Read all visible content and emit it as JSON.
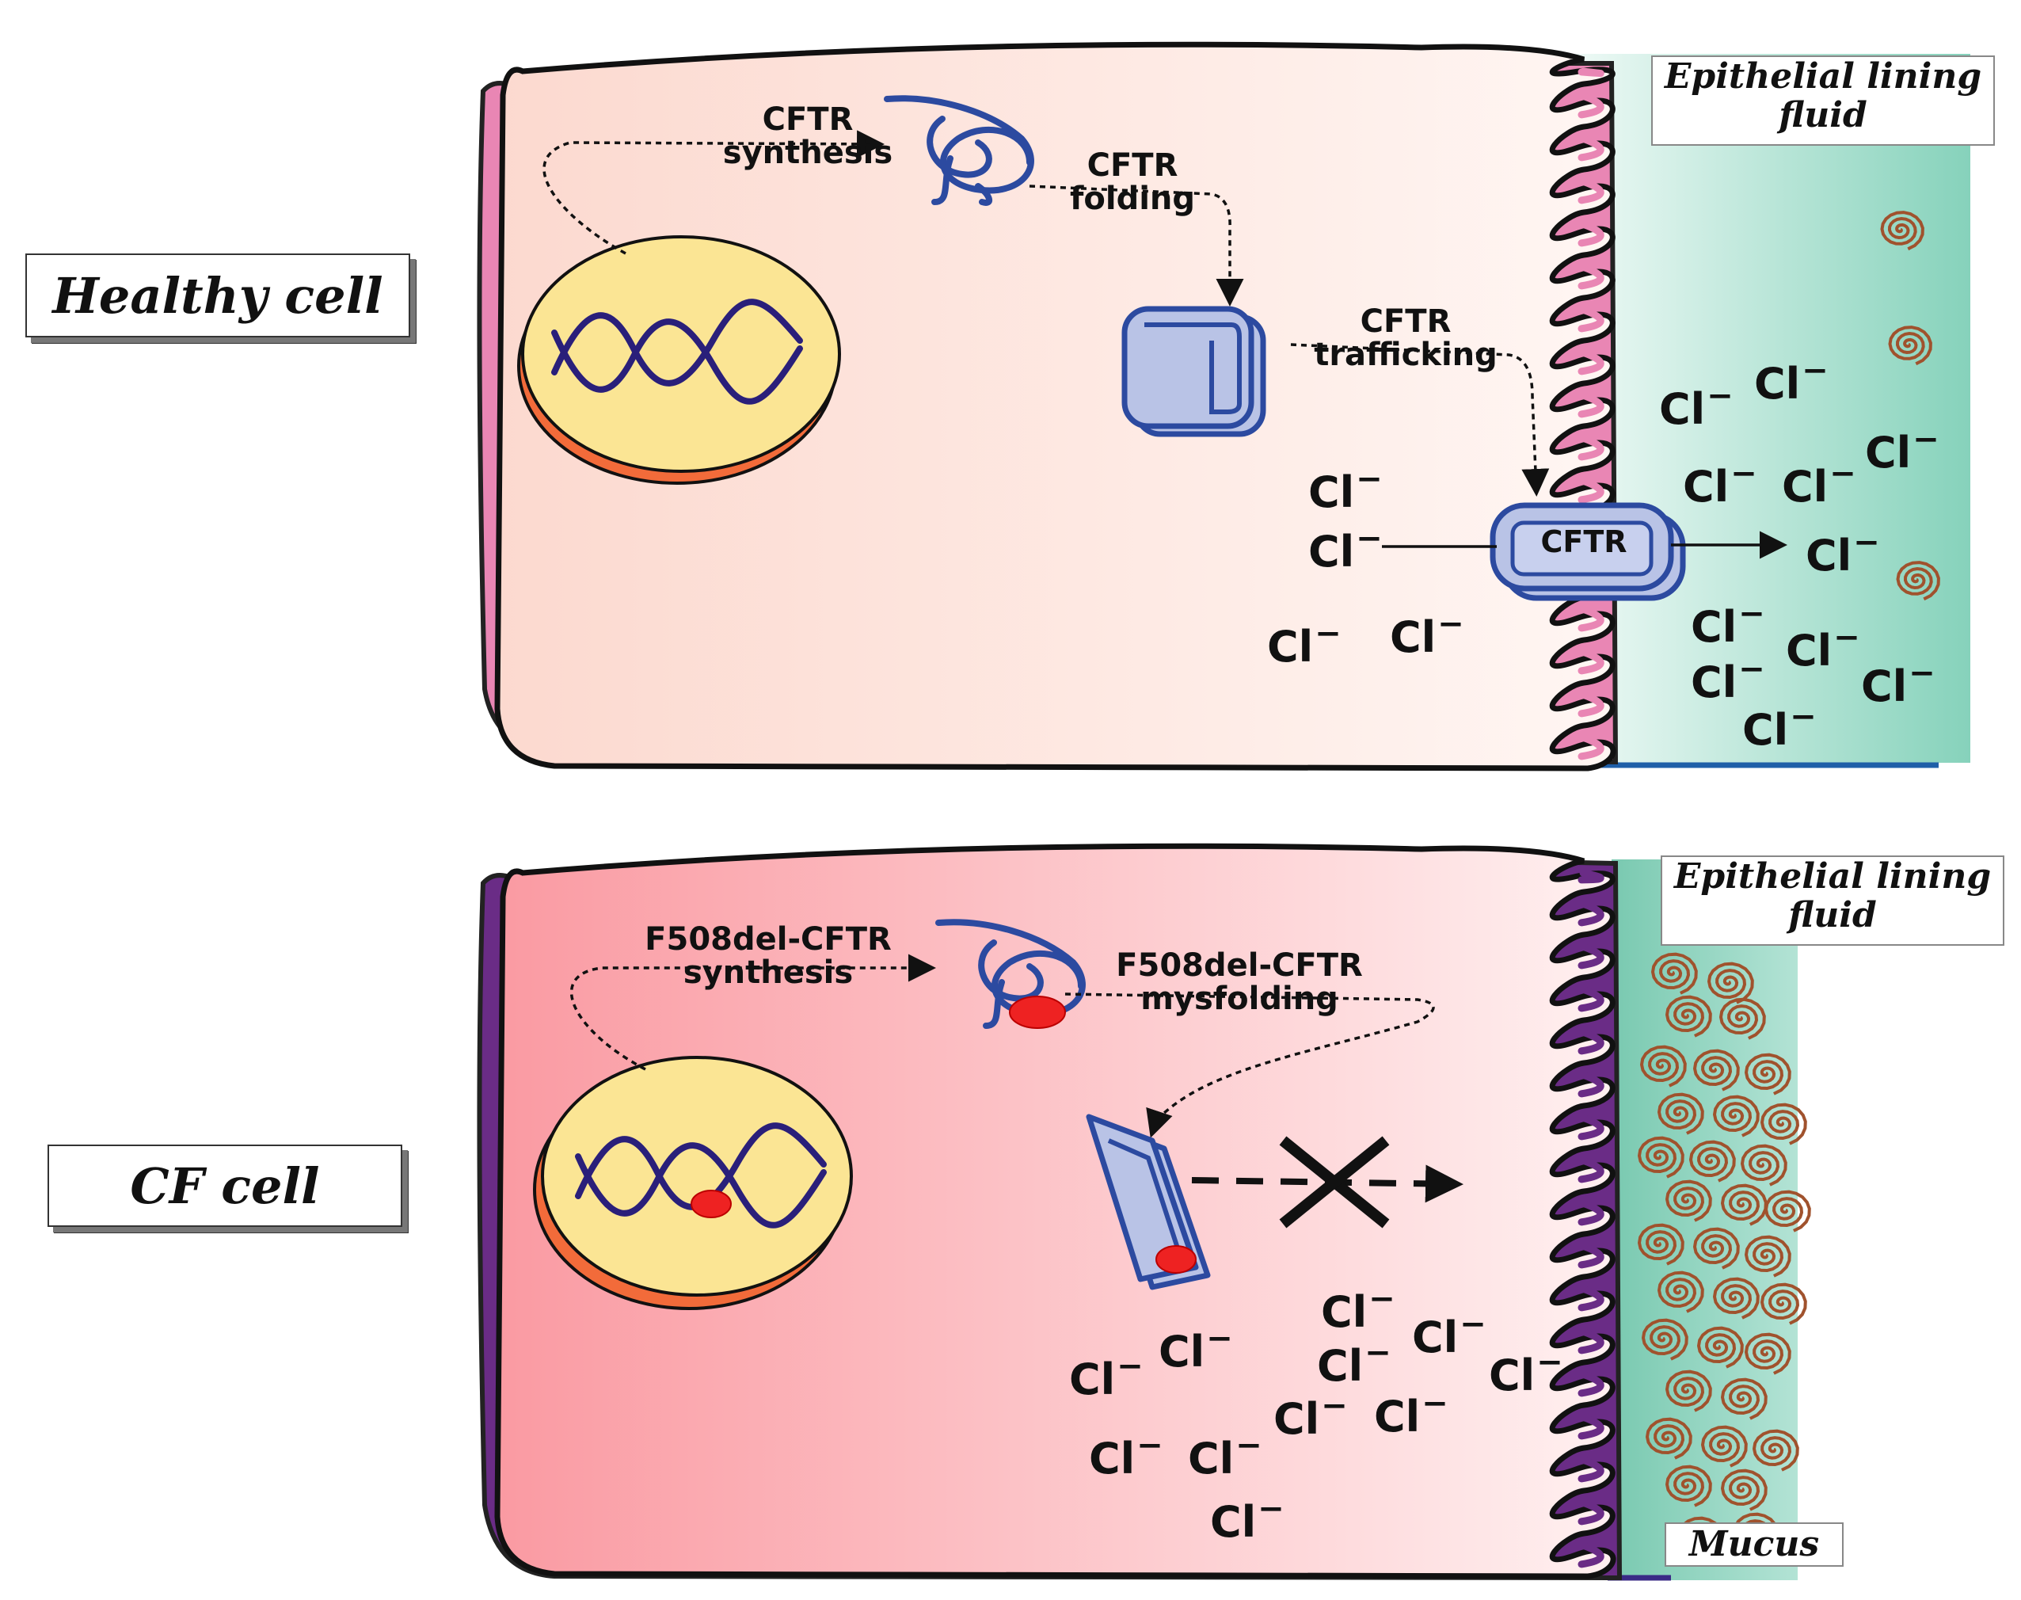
{
  "colors": {
    "healthy_cytoplasm_start": "#fcd9cf",
    "healthy_cytoplasm_end": "#fff5f2",
    "cf_cytoplasm_start": "#fa9aa2",
    "cf_cytoplasm_end": "#fff0f0",
    "healthy_membrane": "#e986b4",
    "cf_membrane": "#6a2c86",
    "fluid": "#8fd6c0",
    "cftr_protein": "#3f5fa8",
    "cftr_fill": "#b9c3e6",
    "dna": "#2a1f7a",
    "nucleus": "#fbe594",
    "nucleus_rim": "#f26b3a",
    "mutation": "#ee2222",
    "mucus": "#a0522d"
  },
  "healthy": {
    "cell_label": "Healthy cell",
    "fluid_label_line1": "Epithelial lining",
    "fluid_label_line2": "fluid",
    "step_synthesis_line1": "CFTR",
    "step_synthesis_line2": "synthesis",
    "step_folding_line1": "CFTR",
    "step_folding_line2": "folding",
    "step_trafficking_line1": "CFTR",
    "step_trafficking_line2": "trafficking",
    "channel_label": "CFTR",
    "ion_symbol": "Cl",
    "ion_charge": "−"
  },
  "cf": {
    "cell_label": "CF cell",
    "fluid_label_line1": "Epithelial lining",
    "fluid_label_line2": "fluid",
    "step_synthesis_line1": "F508del-CFTR",
    "step_synthesis_line2": "synthesis",
    "step_misfolding_line1": "F508del-CFTR",
    "step_misfolding_line2": "mysfolding",
    "mucus_label": "Mucus",
    "ion_symbol": "Cl",
    "ion_charge": "−"
  }
}
